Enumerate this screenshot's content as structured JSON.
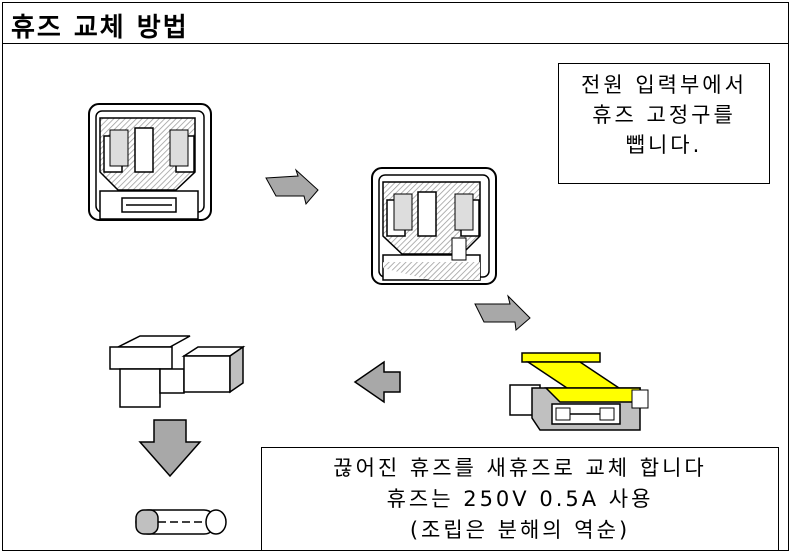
{
  "title": "휴즈 교체 방법",
  "step1": {
    "lines": [
      "전원 입력부에서",
      "휴즈 고정구를",
      "뺍니다."
    ]
  },
  "step2": {
    "lines": [
      "끊어진 휴즈를 새휴즈로 교체 합니다",
      "휴즈는 250V 0.5A 사용",
      "(조립은 분해의 역순)"
    ]
  },
  "colors": {
    "holder_yellow": "#FFFF00",
    "panel_gray": "#C0C0C0",
    "arrow_gray": "#A8A8A8"
  }
}
